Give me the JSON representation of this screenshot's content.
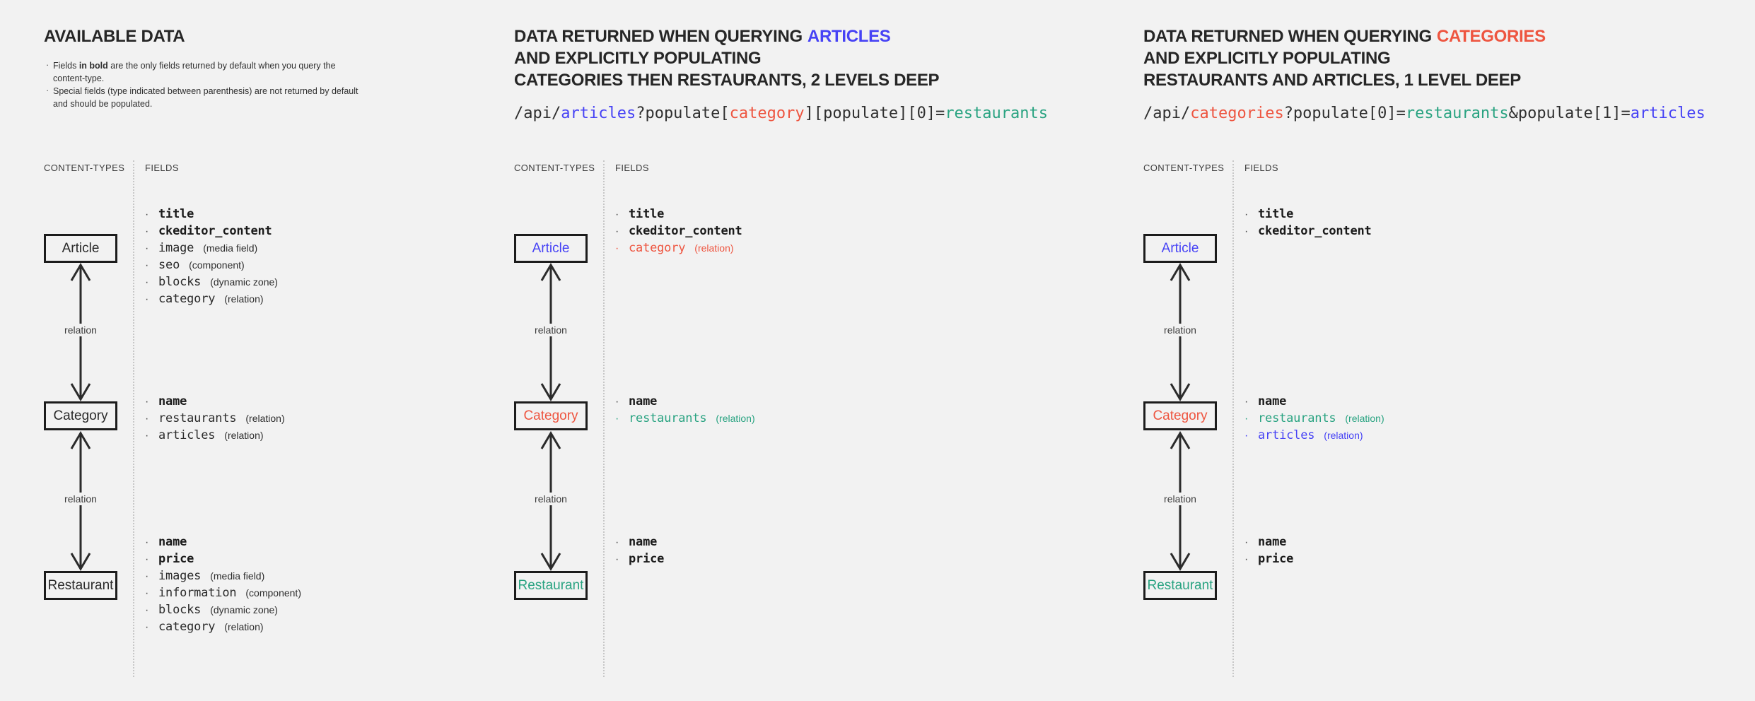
{
  "colors": {
    "background": "#f2f2f2",
    "text_dark": "#262626",
    "accent_blue": "#4642f5",
    "accent_red": "#ee5540",
    "accent_teal": "#29a381"
  },
  "shared": {
    "content_types_label": "CONTENT-TYPES",
    "fields_label": "FIELDS",
    "relation_label": "relation"
  },
  "col1": {
    "title": "AVAILABLE DATA",
    "notes": [
      {
        "prefix": "Fields ",
        "bold": "in bold",
        "suffix": " are the only fields returned by default when you query the content-type."
      },
      {
        "prefix": "Special fields (type indicated between parenthesis) are not returned by default and should be populated.",
        "bold": "",
        "suffix": ""
      }
    ],
    "boxes": {
      "article": "Article",
      "category": "Category",
      "restaurant": "Restaurant"
    },
    "article_fields": [
      {
        "name": "title",
        "type": ""
      },
      {
        "name": "ckeditor_content",
        "type": ""
      },
      {
        "name": "image",
        "type": "(media field)"
      },
      {
        "name": "seo",
        "type": "(component)"
      },
      {
        "name": "blocks",
        "type": "(dynamic zone)"
      },
      {
        "name": "category",
        "type": "(relation)"
      }
    ],
    "category_fields": [
      {
        "name": "name",
        "type": ""
      },
      {
        "name": "restaurants",
        "type": "(relation)"
      },
      {
        "name": "articles",
        "type": "(relation)"
      }
    ],
    "restaurant_fields": [
      {
        "name": "name",
        "type": ""
      },
      {
        "name": "price",
        "type": ""
      },
      {
        "name": "images",
        "type": "(media field)"
      },
      {
        "name": "information",
        "type": "(component)"
      },
      {
        "name": "blocks",
        "type": "(dynamic zone)"
      },
      {
        "name": "category",
        "type": "(relation)"
      }
    ]
  },
  "col2": {
    "title_line1": "DATA RETURNED WHEN QUERYING",
    "title_line1_accent": "ARTICLES",
    "title_line2": "AND EXPLICITLY POPULATING",
    "title_line3": "CATEGORIES THEN RESTAURANTS, 2 LEVELS DEEP",
    "url": [
      "/api/",
      "articles",
      "?populate[",
      "category",
      "][populate][0]=",
      "restaurants"
    ],
    "boxes": {
      "article": "Article",
      "category": "Category",
      "restaurant": "Restaurant"
    },
    "article_fields": [
      {
        "name": "title",
        "type": ""
      },
      {
        "name": "ckeditor_content",
        "type": ""
      },
      {
        "name": "category",
        "type": "(relation)"
      }
    ],
    "category_fields": [
      {
        "name": "name",
        "type": ""
      },
      {
        "name": "restaurants",
        "type": "(relation)"
      }
    ],
    "restaurant_fields": [
      {
        "name": "name",
        "type": ""
      },
      {
        "name": "price",
        "type": ""
      }
    ]
  },
  "col3": {
    "title_line1": "DATA RETURNED WHEN QUERYING",
    "title_line1_accent": "CATEGORIES",
    "title_line2": "AND EXPLICITLY POPULATING",
    "title_line3": "RESTAURANTS AND ARTICLES, 1 LEVEL DEEP",
    "url": [
      "/api/",
      "categories",
      "?populate[0]=",
      "restaurants",
      "&populate[1]=",
      "articles"
    ],
    "boxes": {
      "article": "Article",
      "category": "Category",
      "restaurant": "Restaurant"
    },
    "article_fields": [
      {
        "name": "title",
        "type": ""
      },
      {
        "name": "ckeditor_content",
        "type": ""
      }
    ],
    "category_fields": [
      {
        "name": "name",
        "type": ""
      },
      {
        "name": "restaurants",
        "type": "(relation)"
      },
      {
        "name": "articles",
        "type": "(relation)"
      }
    ],
    "restaurant_fields": [
      {
        "name": "name",
        "type": ""
      },
      {
        "name": "price",
        "type": ""
      }
    ]
  }
}
